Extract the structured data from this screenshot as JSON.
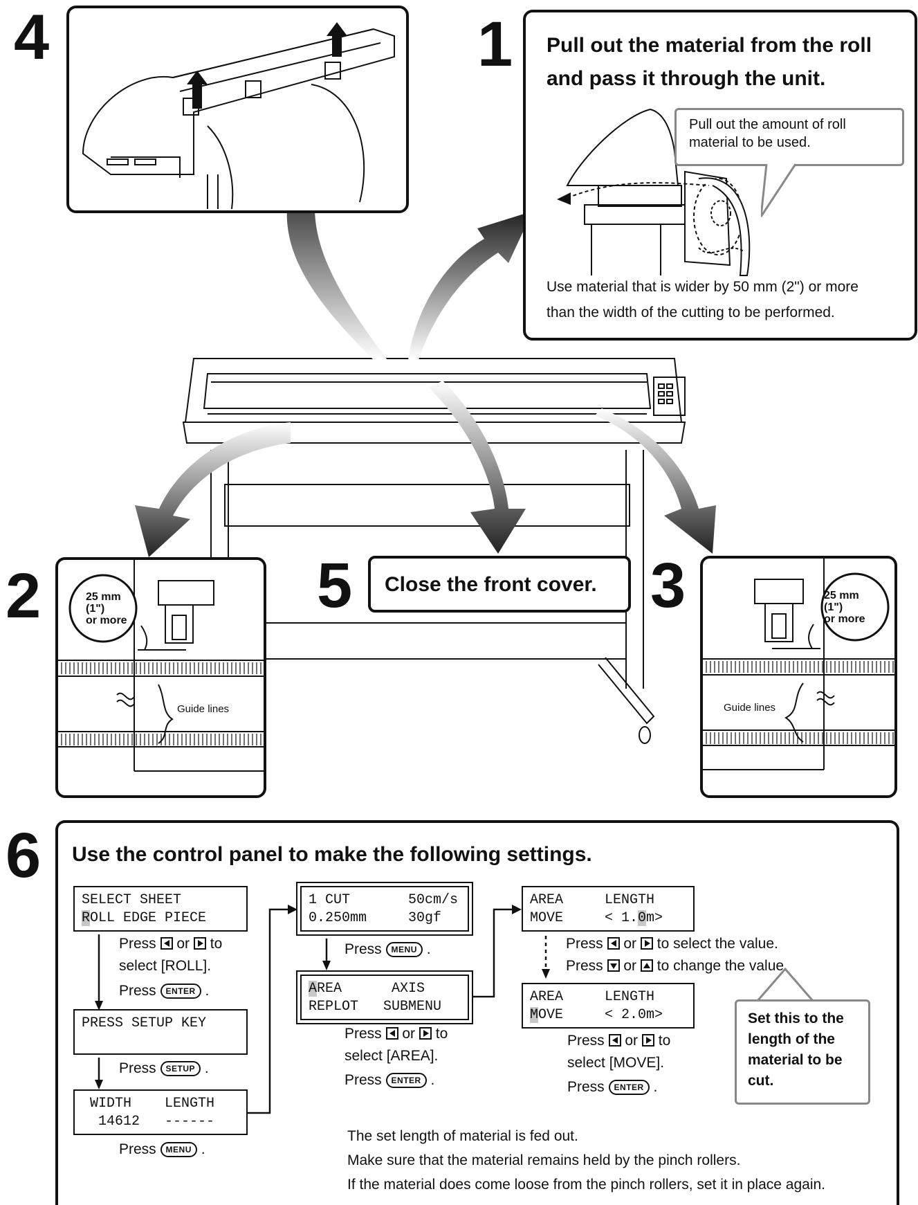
{
  "steps": {
    "s1": {
      "num": "1",
      "title_line1": "Pull out the material from the roll",
      "title_line2": "and pass it through the unit.",
      "callout_line1": "Pull out the amount of roll",
      "callout_line2": "material to be used.",
      "note_line1": "Use material that is wider by 50 mm (2\") or more",
      "note_line2": "than the width of the cutting to be performed."
    },
    "s2": {
      "num": "2",
      "mm_line1": "25 mm",
      "mm_line2": "(1\")",
      "mm_line3": "or more",
      "guide": "Guide lines"
    },
    "s3": {
      "num": "3",
      "mm_line1": "25 mm",
      "mm_line2": "(1\")",
      "mm_line3": "or more",
      "guide": "Guide lines"
    },
    "s4": {
      "num": "4"
    },
    "s5": {
      "num": "5",
      "label": "Close the front cover."
    },
    "s6": {
      "num": "6",
      "title": "Use the control panel to make the following settings.",
      "lcd1_line1": "SELECT SHEET",
      "lcd1_line2_hl": "R",
      "lcd1_line2_rest": "OLL EDGE PIECE",
      "press": "Press",
      "or": "or",
      "to": "to",
      "period": ".",
      "select_roll": "select [ROLL].",
      "lcd2_line1": "PRESS SETUP KEY",
      "lcd3_line1": " WIDTH    LENGTH",
      "lcd3_line2": "  14612   ------",
      "lcd4_line1": "1 CUT       50cm/s",
      "lcd4_line2": "0.250mm     30gf",
      "lcd5_line1_hl": "A",
      "lcd5_line1_rest": "REA      AXIS",
      "lcd5_line2": "REPLOT   SUBMENU",
      "select_area": "select [AREA].",
      "lcd6_line1": "AREA     LENGTH",
      "lcd6_line2_a": "MOVE     < 1.",
      "lcd6_line2_hl": "0",
      "lcd6_line2_b": "m>",
      "to_select_value": "to select the value.",
      "to_change_value": "to change the value.",
      "lcd7_line1": "AREA     LENGTH",
      "lcd7_line2_hl": "M",
      "lcd7_line2_rest": "OVE     < 2.0m>",
      "select_move": "select [MOVE].",
      "callout_line1": "Set this to the",
      "callout_line2": "length of the",
      "callout_line3": "material to be",
      "callout_line4": "cut.",
      "foot_line1": "The set length of material is fed out.",
      "foot_line2": "Make sure that the material remains held by the pinch rollers.",
      "foot_line3": "If the material does come loose from the pinch rollers, set it in place again."
    }
  },
  "keys": {
    "enter": "ENTER",
    "setup": "SETUP",
    "menu": "MENU"
  },
  "icons": [
    "left-arrow-key-icon",
    "right-arrow-key-icon",
    "down-arrow-key-icon",
    "up-arrow-key-icon"
  ],
  "colors": {
    "ink": "#111111",
    "callout_border": "#888888",
    "lcd_highlight": "#c8c8c8"
  }
}
